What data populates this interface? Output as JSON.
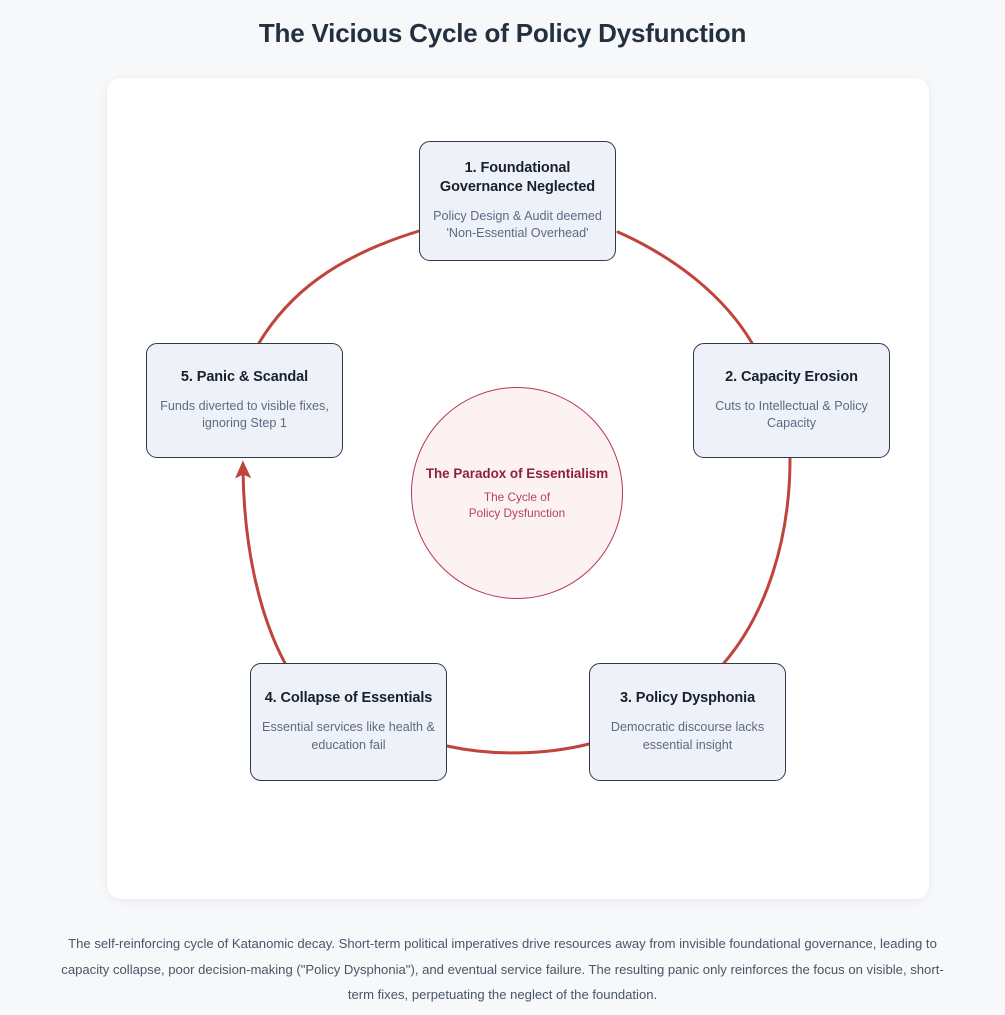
{
  "page": {
    "title": "The Vicious Cycle of Policy Dysfunction",
    "background_color": "#f6f8fa",
    "panel_color": "#ffffff"
  },
  "colors": {
    "node_fill": "#eef1f7",
    "node_border": "#2f394c",
    "node_title_text": "#16202e",
    "node_desc_text": "#5c6b80",
    "connector": "#c0443c",
    "hub_fill": "#fdf2f3",
    "hub_border": "#b5384f",
    "hub_title_text": "#8f213a",
    "hub_sub_text": "#b1445c",
    "title_text": "#24303f",
    "caption_text": "#4a5568"
  },
  "diagram": {
    "type": "cycle",
    "hub": {
      "title": "The Paradox of Essentialism",
      "subtitle_line1": "The Cycle of",
      "subtitle_line2": "Policy Dysfunction"
    },
    "nodes": [
      {
        "id": "node-1",
        "step": 1,
        "title": "1. Foundational Governance Neglected",
        "description": "Policy Design & Audit deemed 'Non-Essential Overhead'",
        "position": "top"
      },
      {
        "id": "node-2",
        "step": 2,
        "title": "2. Capacity Erosion",
        "description": "Cuts to Intellectual & Policy Capacity",
        "position": "right"
      },
      {
        "id": "node-3",
        "step": 3,
        "title": "3. Policy Dysphonia",
        "description": "Democratic discourse lacks essential insight",
        "position": "bottom-right"
      },
      {
        "id": "node-4",
        "step": 4,
        "title": "4. Collapse of Essentials",
        "description": "Essential services like health & education fail",
        "position": "bottom-left"
      },
      {
        "id": "node-5",
        "step": 5,
        "title": "5. Panic & Scandal",
        "description": "Funds diverted to visible fixes, ignoring Step 1",
        "position": "left"
      }
    ],
    "connectors": [
      {
        "from": "node-1",
        "to": "node-2",
        "arrowhead": false
      },
      {
        "from": "node-2",
        "to": "node-3",
        "arrowhead": false
      },
      {
        "from": "node-3",
        "to": "node-4",
        "arrowhead": false
      },
      {
        "from": "node-4",
        "to": "node-5",
        "arrowhead": true
      },
      {
        "from": "node-5",
        "to": "node-1",
        "arrowhead": false
      }
    ]
  },
  "caption": {
    "text": "The self-reinforcing cycle of Katanomic decay. Short-term political imperatives drive resources away from invisible foundational governance, leading to capacity collapse, poor decision-making (\"Policy Dysphonia\"), and eventual service failure. The resulting panic only reinforces the focus on visible, short-term fixes, perpetuating the neglect of the foundation."
  }
}
